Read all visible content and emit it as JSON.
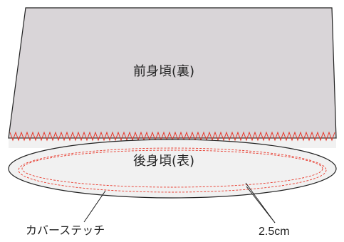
{
  "labels": {
    "front_body": "前身頃(裏)",
    "back_body": "後身頃(表)",
    "cover_stitch": "カバーステッチ",
    "stitch_width": "2.5cm"
  },
  "colors": {
    "fabric_wrong_side": "#d9d5d8",
    "fabric_right_side": "#f1f1f1",
    "outline": "#222222",
    "overlock_thread": "#e8392c",
    "stitch_line": "#e8392c"
  }
}
